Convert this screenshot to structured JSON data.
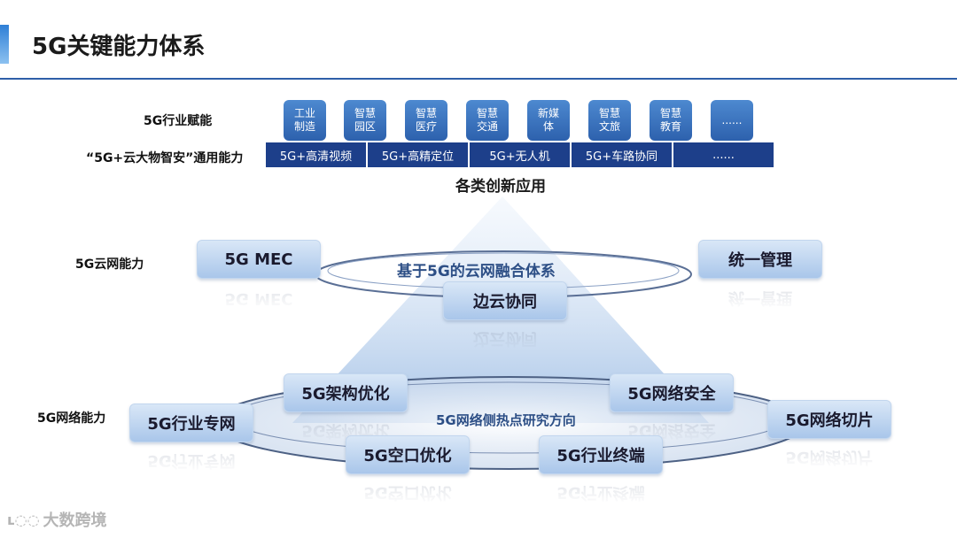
{
  "page": {
    "title": "5G关键能力体系"
  },
  "labels": {
    "industry": "5G行业赋能",
    "general": "“5G+云大物智安”通用能力",
    "cloud": "5G云网能力",
    "network": "5G网络能力"
  },
  "industry_boxes": [
    "工业\n制造",
    "智慧\n园区",
    "智慧\n医疗",
    "智慧\n交通",
    "新媒\n体",
    "智慧\n文旅",
    "智慧\n教育",
    "......"
  ],
  "general_bar": [
    "5G+高清视频",
    "5G+高精定位",
    "5G+无人机",
    "5G+车路协同",
    "......"
  ],
  "apps_heading": "各类创新应用",
  "cloud_layer": {
    "left": "5G MEC",
    "right": "统一管理",
    "center_ring": "基于5G的云网融合体系",
    "bottom": "边云协同"
  },
  "network_layer": {
    "ring_label": "5G网络侧热点研究方向",
    "arch": "5G架构优化",
    "security": "5G网络安全",
    "private": "5G行业专网",
    "slicing": "5G网络切片",
    "air": "5G空口优化",
    "terminal": "5G行业终端"
  },
  "watermark": "大数跨境",
  "colors": {
    "accent": "#2e5fa8",
    "box_dark": "#2d61ad",
    "bar_dark": "#1d3f8a",
    "cap_light": "#bcd4ef"
  }
}
